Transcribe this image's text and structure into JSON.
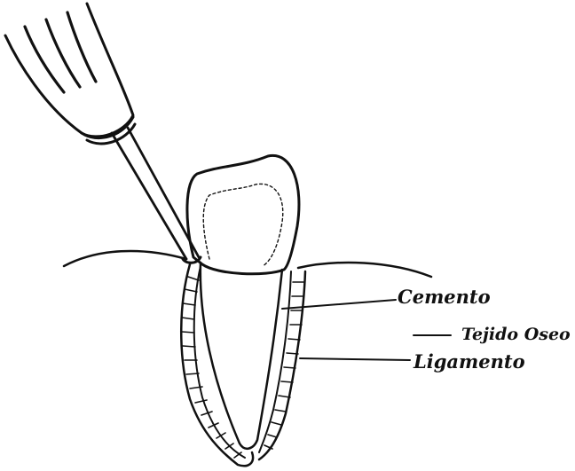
{
  "labels": {
    "cemento": "Cemento",
    "tejido_oseo": "Tejido Oseo",
    "ligamento": "Ligamento"
  },
  "colors": {
    "ink": "#111111",
    "paper": "#ffffff"
  },
  "icons": {
    "instrument": "periodontal-probe-icon"
  }
}
